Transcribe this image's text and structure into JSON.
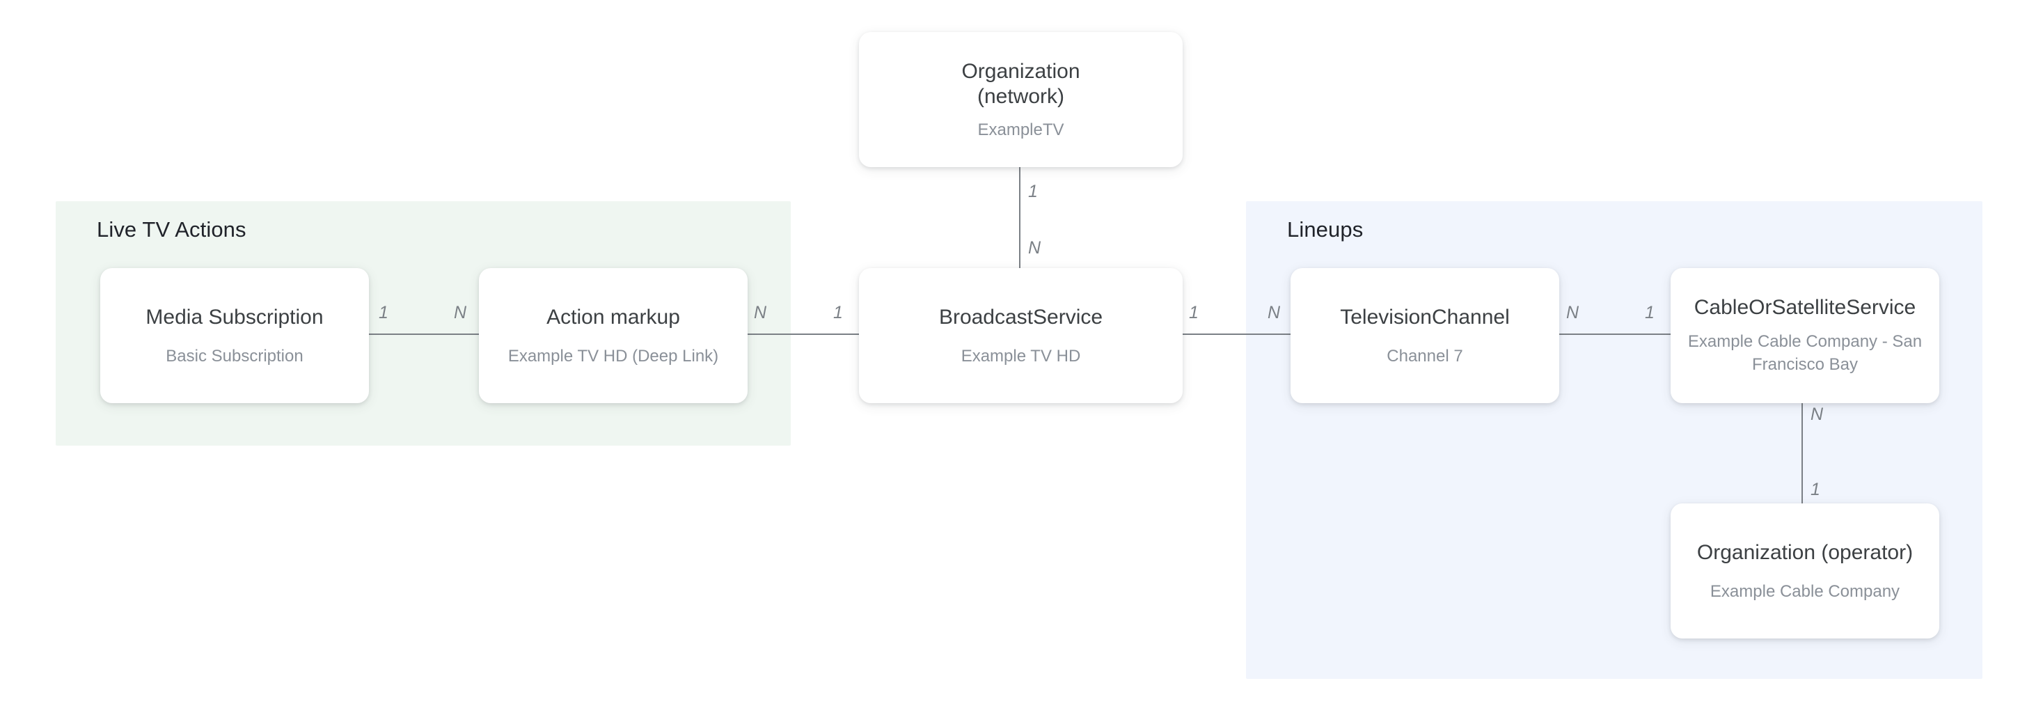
{
  "diagram": {
    "title_hidden": "",
    "groups": [
      {
        "id": "live-tv-actions",
        "label": "Live TV Actions",
        "color": "#eff6f1"
      },
      {
        "id": "lineups",
        "label": "Lineups",
        "color": "#f1f5fd"
      }
    ],
    "nodes": [
      {
        "id": "organization-network",
        "title": "Organization (network)",
        "title_line1": "Organization",
        "title_line2": "(network)",
        "subtitle": "ExampleTV"
      },
      {
        "id": "media-subscription",
        "title": "Media Subscription",
        "subtitle": "Basic Subscription"
      },
      {
        "id": "action-markup",
        "title": "Action markup",
        "subtitle": "Example TV HD (Deep Link)"
      },
      {
        "id": "broadcast-service",
        "title": "BroadcastService",
        "subtitle": "Example TV HD"
      },
      {
        "id": "television-channel",
        "title": "TelevisionChannel",
        "subtitle": "Channel 7"
      },
      {
        "id": "cable-or-satellite-service",
        "title": "CableOrSatelliteService",
        "subtitle": "Example Cable Company - San Francisco Bay"
      },
      {
        "id": "organization-operator",
        "title": "Organization (operator)",
        "subtitle": "Example Cable Company"
      }
    ],
    "edges": [
      {
        "id": "edge-media-subscription-action-markup",
        "from": "media-subscription",
        "to": "action-markup",
        "from_cardinality": "1",
        "to_cardinality": "N"
      },
      {
        "id": "edge-action-markup-broadcast-service",
        "from": "action-markup",
        "to": "broadcast-service",
        "from_cardinality": "N",
        "to_cardinality": "1"
      },
      {
        "id": "edge-organization-network-broadcast-service",
        "from": "organization-network",
        "to": "broadcast-service",
        "from_cardinality": "1",
        "to_cardinality": "N"
      },
      {
        "id": "edge-broadcast-service-television-channel",
        "from": "broadcast-service",
        "to": "television-channel",
        "from_cardinality": "1",
        "to_cardinality": "N"
      },
      {
        "id": "edge-television-channel-cable-or-satellite-service",
        "from": "television-channel",
        "to": "cable-or-satellite-service",
        "from_cardinality": "N",
        "to_cardinality": "1"
      },
      {
        "id": "edge-cable-or-satellite-service-organization-operator",
        "from": "cable-or-satellite-service",
        "to": "organization-operator",
        "from_cardinality": "N",
        "to_cardinality": "1"
      }
    ],
    "colors": {
      "background": "#ffffff",
      "card": "#ffffff",
      "node_title": "#3c4043",
      "node_subtitle": "#8a9098",
      "connector": "#7b8086",
      "group_title": "#20232a",
      "group_green": "#eff6f1",
      "group_blue": "#f1f5fd"
    }
  }
}
